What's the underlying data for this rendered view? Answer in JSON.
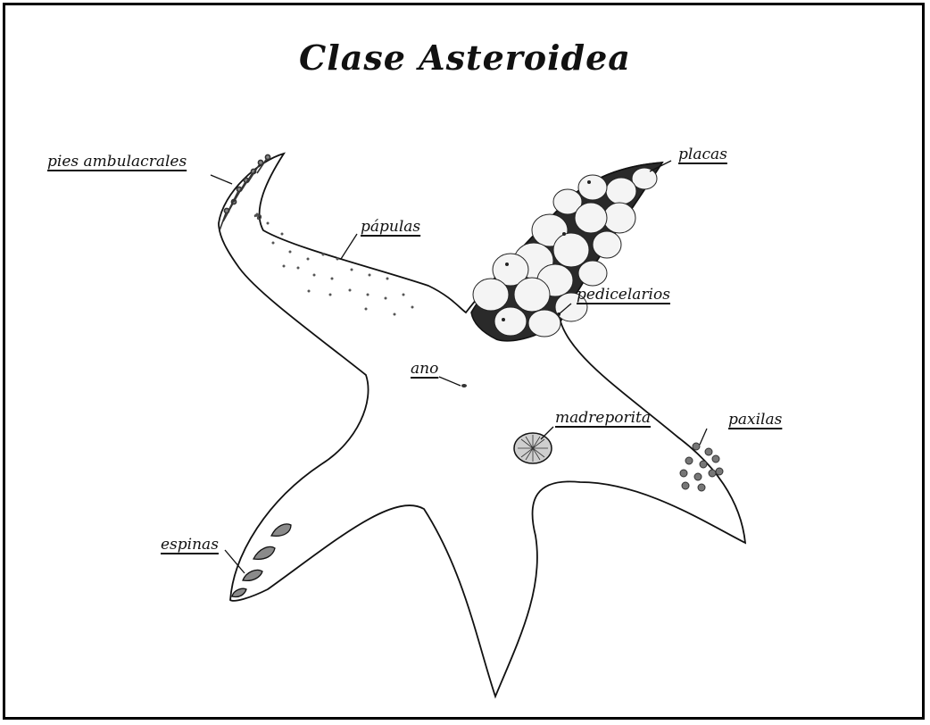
{
  "title": "Clase Asteroidea",
  "labels": {
    "pies_ambulacrales": "pies ambulacrales",
    "papulas": "pápulas",
    "placas": "placas",
    "pedicelarios": "pedicelarios",
    "ano": "ano",
    "madreporita": "madreporita",
    "paxilas": "paxilas",
    "espinas": "espinas"
  },
  "colors": {
    "ink": "#111111",
    "plate_fill": "#f4f4f4",
    "spine_fill": "#8a8a8a"
  }
}
